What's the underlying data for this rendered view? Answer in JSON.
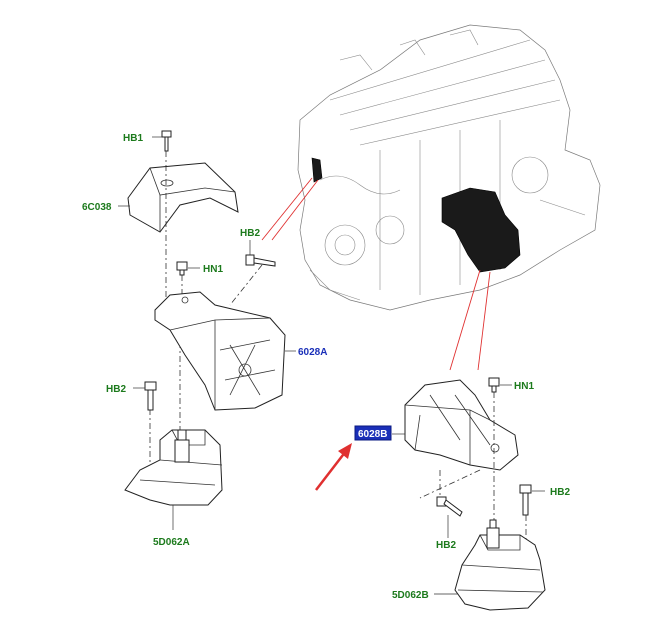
{
  "diagram": {
    "labels": {
      "hb1": "HB1",
      "c038": "6C038",
      "hb2_top": "HB2",
      "hn1_left": "HN1",
      "a6028": "6028A",
      "hb2_left": "HB2",
      "d062a": "5D062A",
      "b6028": "6028B",
      "hn1_right": "HN1",
      "hb2_right": "HB2",
      "hb2_bottom": "HB2",
      "d062b": "5D062B"
    },
    "colors": {
      "label_green": "#1c7a1c",
      "label_blue": "#1a2fb8",
      "highlight_box": "#1a2fb8",
      "pointer_arrow": "#e03030",
      "callout_lines": "#e03030"
    },
    "icons": {
      "pointer": "red-arrow-icon"
    }
  }
}
